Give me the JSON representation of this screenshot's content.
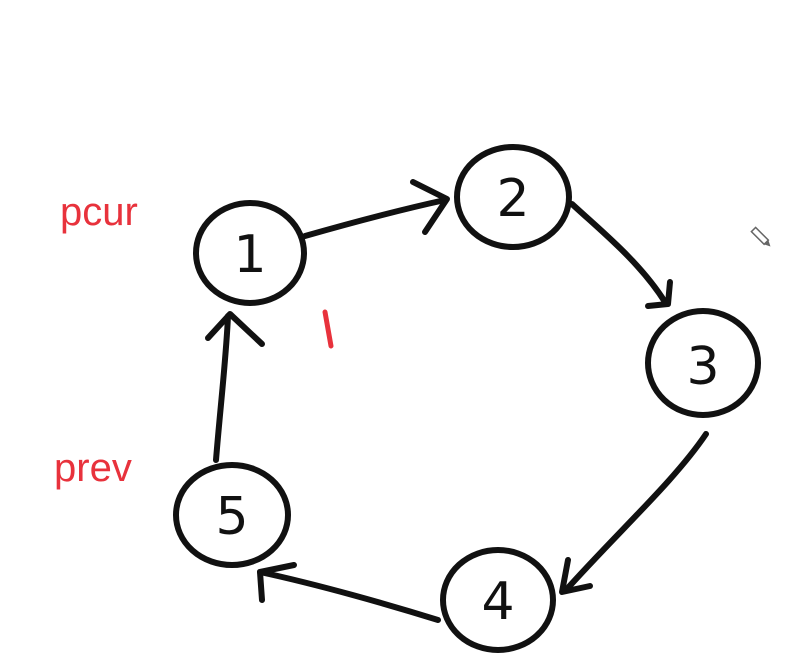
{
  "diagram": {
    "labels": {
      "pcur": "pcur",
      "prev": "prev"
    },
    "colors": {
      "ink": "#111111",
      "annotation": "#e8323c",
      "background": "#ffffff"
    },
    "nodes": [
      {
        "id": "node-1",
        "label": "1"
      },
      {
        "id": "node-2",
        "label": "2"
      },
      {
        "id": "node-3",
        "label": "3"
      },
      {
        "id": "node-4",
        "label": "4"
      },
      {
        "id": "node-5",
        "label": "5"
      }
    ],
    "edges": [
      {
        "from": "node-1",
        "to": "node-2"
      },
      {
        "from": "node-2",
        "to": "node-3"
      },
      {
        "from": "node-3",
        "to": "node-4"
      },
      {
        "from": "node-4",
        "to": "node-5"
      },
      {
        "from": "node-5",
        "to": "node-1"
      }
    ],
    "cursor_icon": "pencil-icon"
  }
}
